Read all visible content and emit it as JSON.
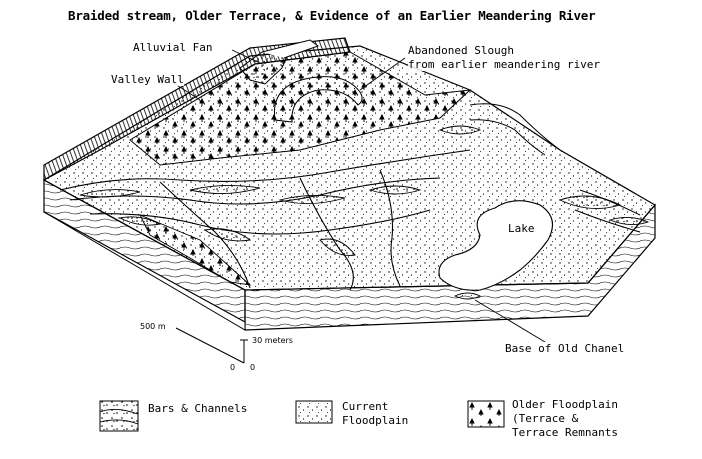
{
  "title": "Braided stream, Older Terrace, & Evidence of an Earlier Meandering River",
  "labels": {
    "alluvial_fan": "Alluvial Fan",
    "valley_wall": "Valley Wall",
    "abandoned_slough_line1": "Abandoned Slough",
    "abandoned_slough_line2": "from earlier meandering river",
    "lake": "Lake",
    "base_of_old_channel": "Base of Old Chanel"
  },
  "scale": {
    "horizontal": "500 m",
    "vertical": "30 meters",
    "origin_a": "0",
    "origin_b": "0"
  },
  "legend": {
    "bars_channels": "Bars & Channels",
    "current_floodplain_line1": "Current",
    "current_floodplain_line2": "Floodplain",
    "older_floodplain_line1": "Older Floodplain",
    "older_floodplain_line2": "(Terrace &",
    "older_floodplain_line3": "Terrace Remnants"
  },
  "colors": {
    "ink": "#000000",
    "paper": "#ffffff",
    "shade": "#cfcfcf"
  }
}
